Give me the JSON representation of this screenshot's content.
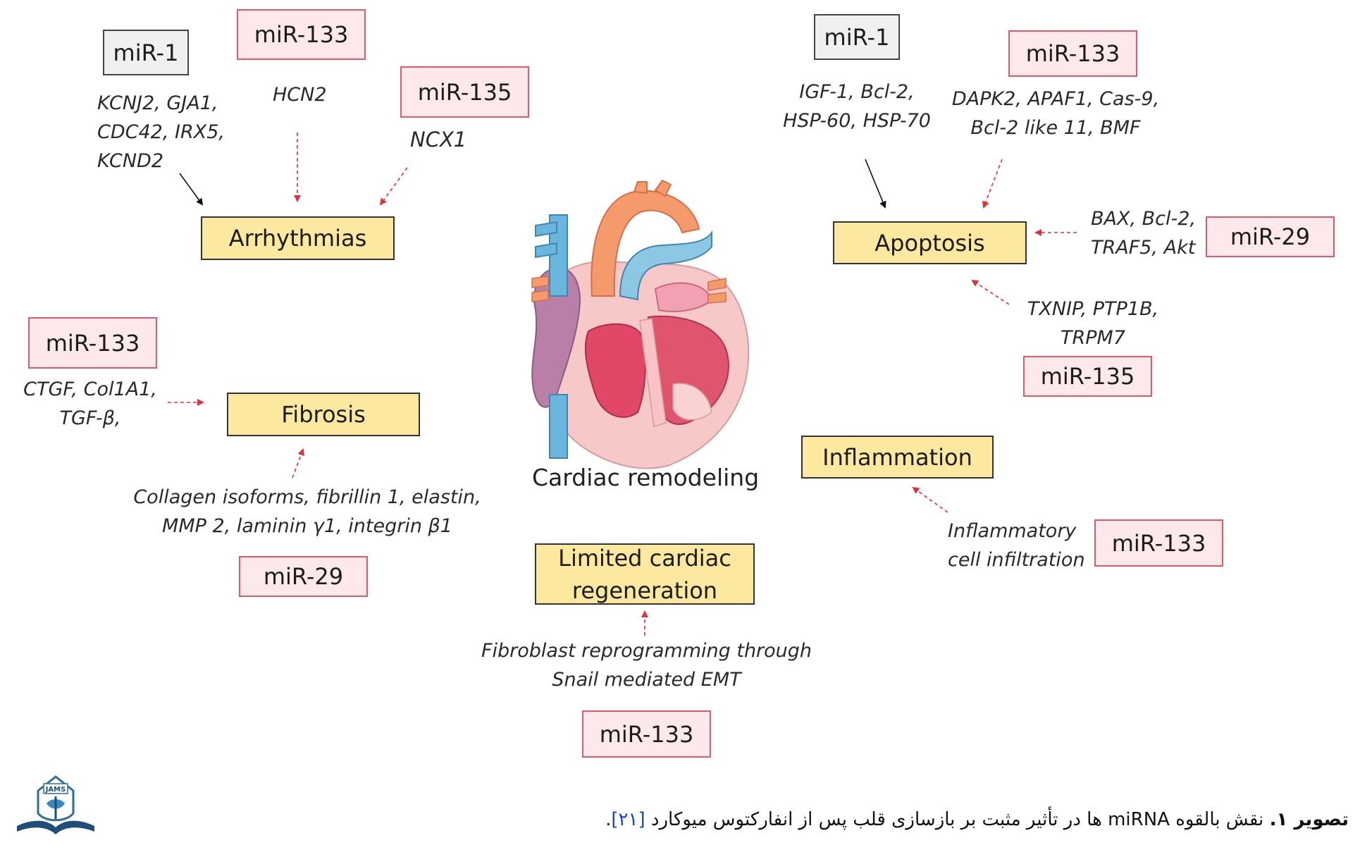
{
  "processes": {
    "arrhythmias": "Arrhythmias",
    "fibrosis": "Fibrosis",
    "apoptosis": "Apoptosis",
    "inflammation": "Inflammation",
    "regeneration_line1": "Limited cardiac",
    "regeneration_line2": "regeneration"
  },
  "center_label": "Cardiac remodeling",
  "mirnas": {
    "arr_mir1": "miR-1",
    "arr_mir133": "miR-133",
    "arr_mir135": "miR-135",
    "fib_mir133": "miR-133",
    "fib_mir29": "miR-29",
    "apo_mir1": "miR-1",
    "apo_mir133": "miR-133",
    "apo_mir29": "miR-29",
    "apo_mir135": "miR-135",
    "inf_mir133": "miR-133",
    "reg_mir133": "miR-133"
  },
  "genes": {
    "arr_mir1": [
      "KCNJ2, GJA1,",
      "CDC42, IRX5,",
      "KCND2"
    ],
    "arr_mir133": [
      "HCN2"
    ],
    "arr_mir135": [
      "NCX1"
    ],
    "fib_mir133": [
      "CTGF, Col1A1,",
      "TGF-β,"
    ],
    "fib_mir29": [
      "Collagen isoforms, fibrillin 1, elastin,",
      "MMP 2, laminin γ1, integrin β1"
    ],
    "apo_mir1": [
      "IGF-1, Bcl-2,",
      "HSP-60, HSP-70"
    ],
    "apo_mir133": [
      "DAPK2, APAF1, Cas-9,",
      "Bcl-2 like 11, BMF"
    ],
    "apo_mir29": [
      "BAX, Bcl-2,",
      "TRAF5, Akt"
    ],
    "apo_mir135": [
      "TXNIP, PTP1B,",
      "TRPM7"
    ],
    "inf_mir133": [
      "Inflammatory",
      "cell infiltration"
    ],
    "reg_mir133": [
      "Fibroblast reprogramming through",
      "Snail mediated EMT"
    ]
  },
  "caption": {
    "label": "تصویر ۱.",
    "text": " نقش بالقوه miRNA ها در تأثیر مثبت بر بازسازی قلب پس از انفارکتوس میوکارد ",
    "ref": "[۲۱]",
    "end": "."
  },
  "logo": {
    "text": "JAMS"
  },
  "colors": {
    "process_fill": "#fce89f",
    "mirna_fill": "#fde9ec",
    "mirna_border": "#e05a6a",
    "mir1_fill": "#f0f0f0",
    "inhibit_arrow": "#e0303a",
    "activate_arrow": "#111111"
  }
}
